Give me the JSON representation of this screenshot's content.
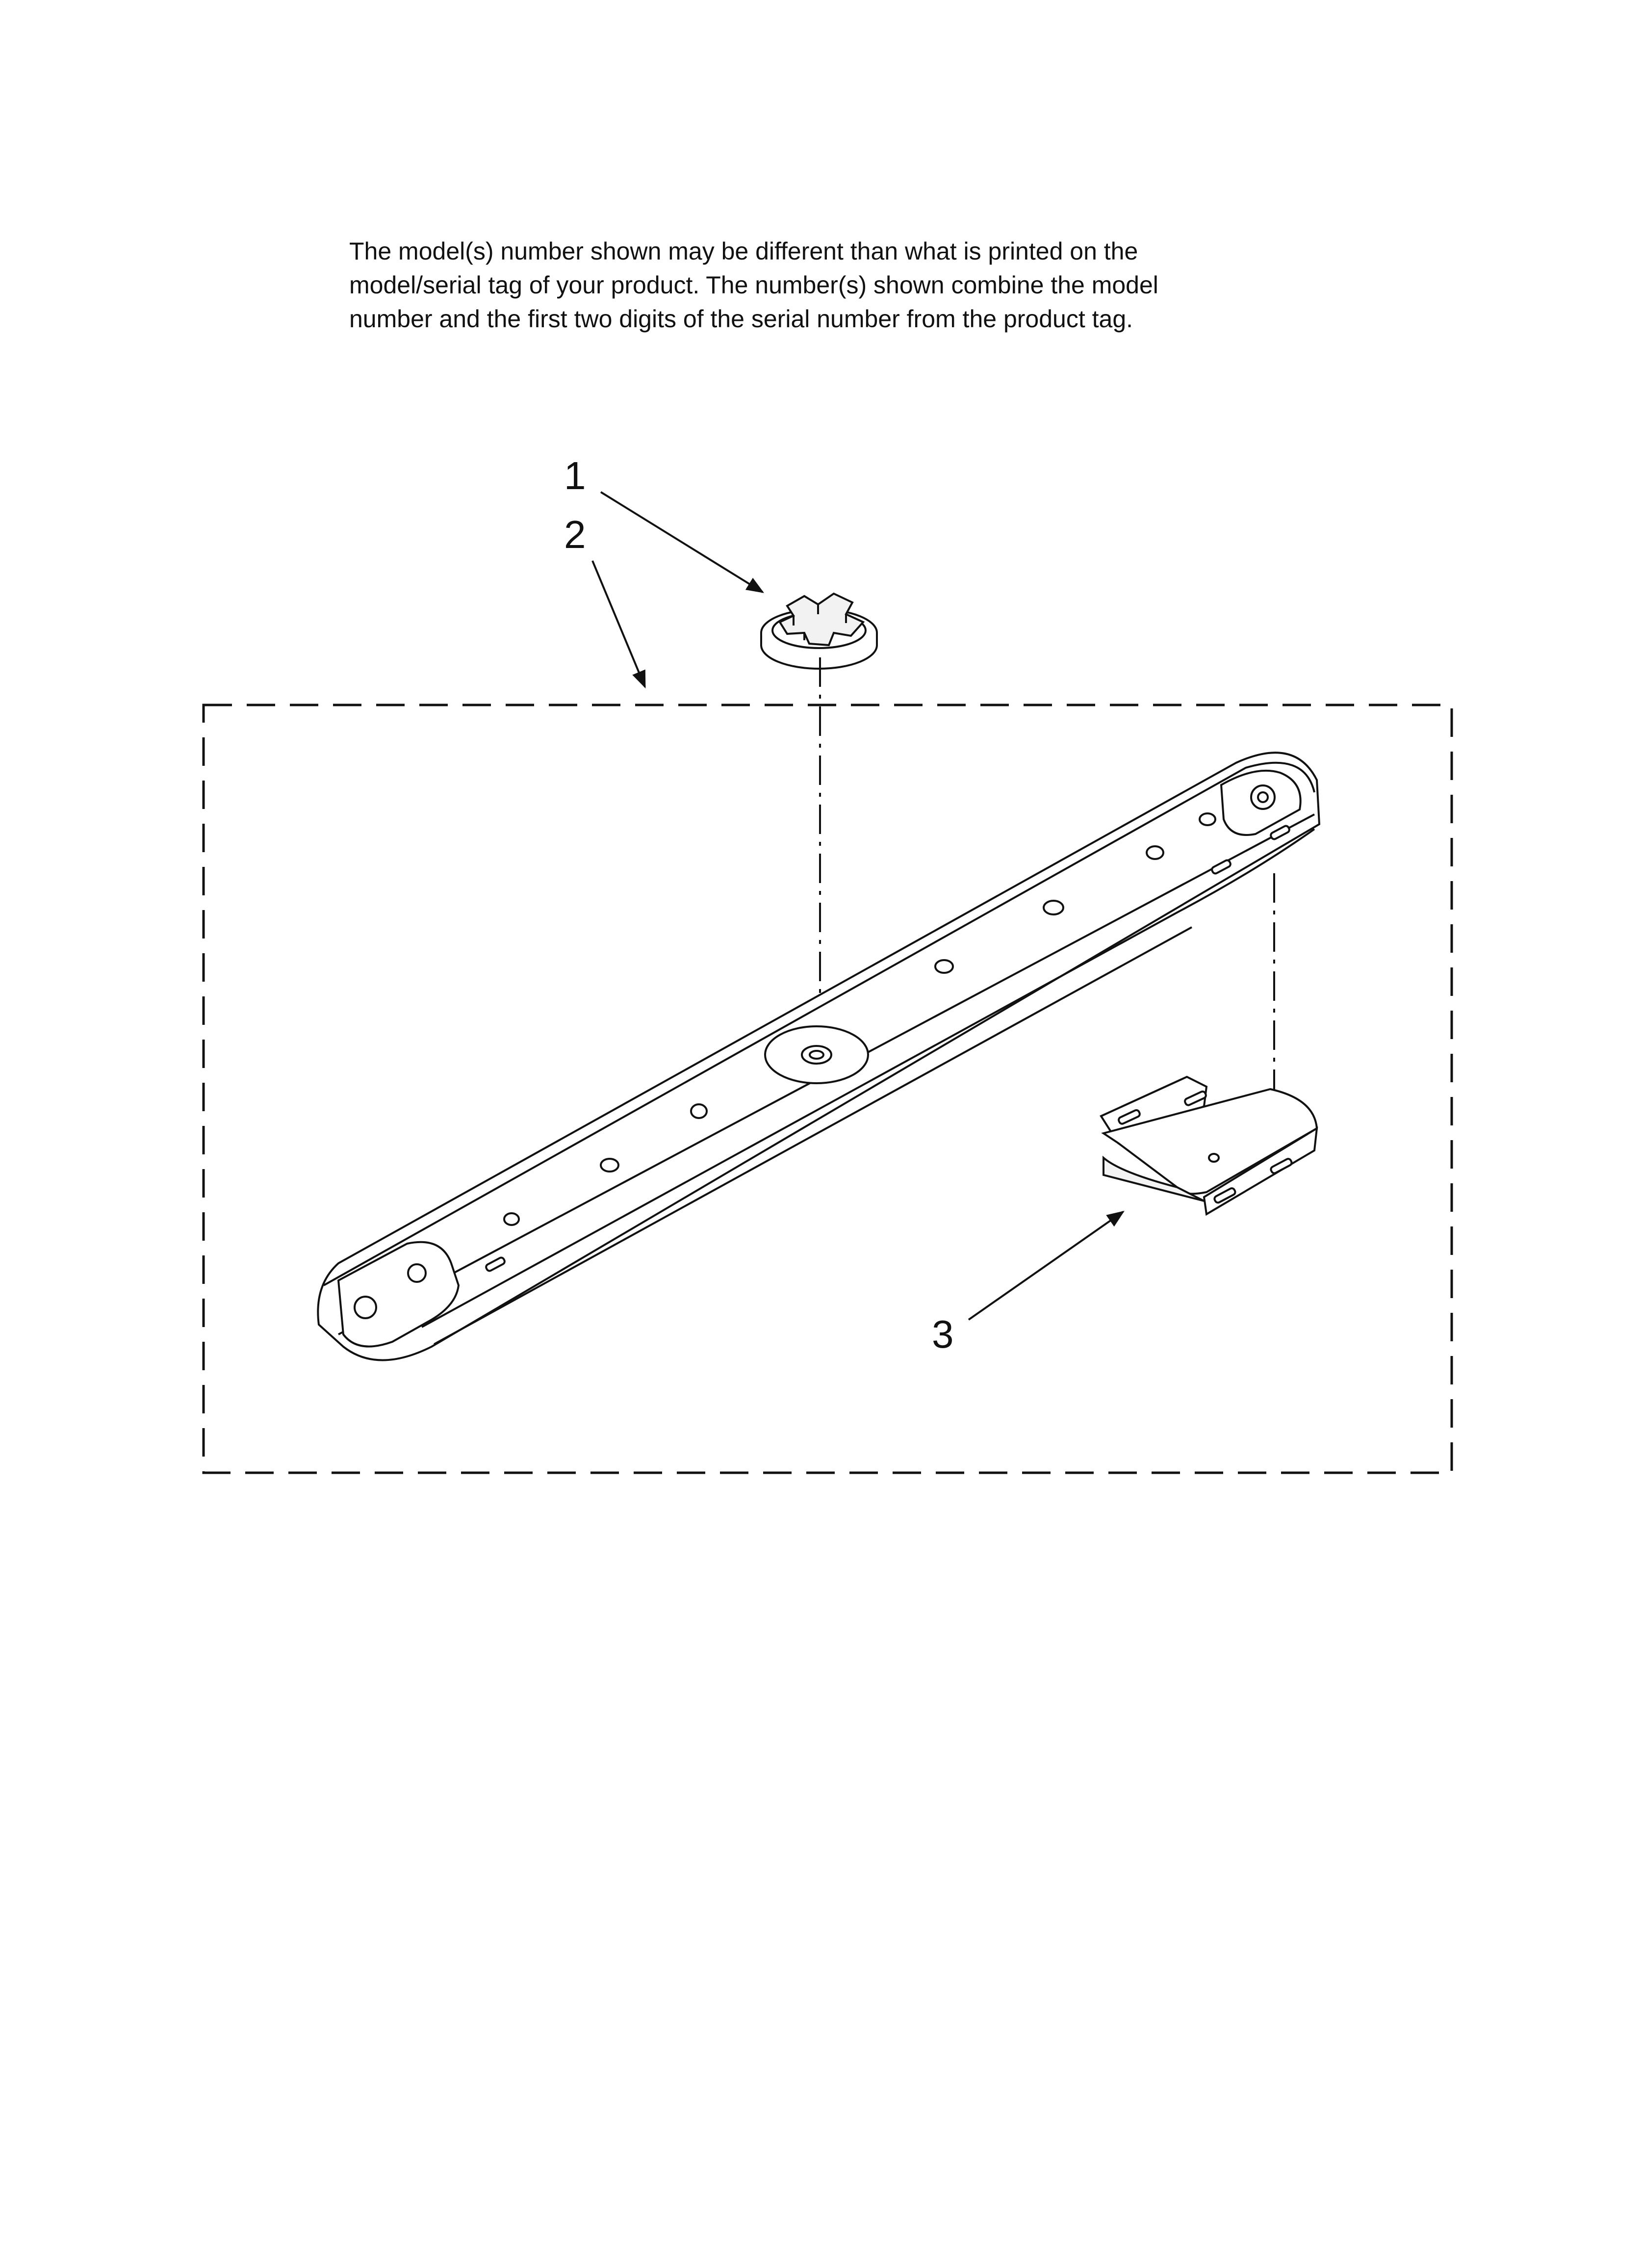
{
  "note": {
    "lines": [
      "The model(s) number shown may be different than what is printed on the",
      "model/serial tag of your product. The number(s) shown combine the model",
      "number and the first two digits of the serial number from the product tag."
    ]
  },
  "callouts": {
    "c1": "1",
    "c2": "2",
    "c3": "3"
  },
  "colors": {
    "ink": "#111111",
    "part_fill": "#ffffff"
  }
}
